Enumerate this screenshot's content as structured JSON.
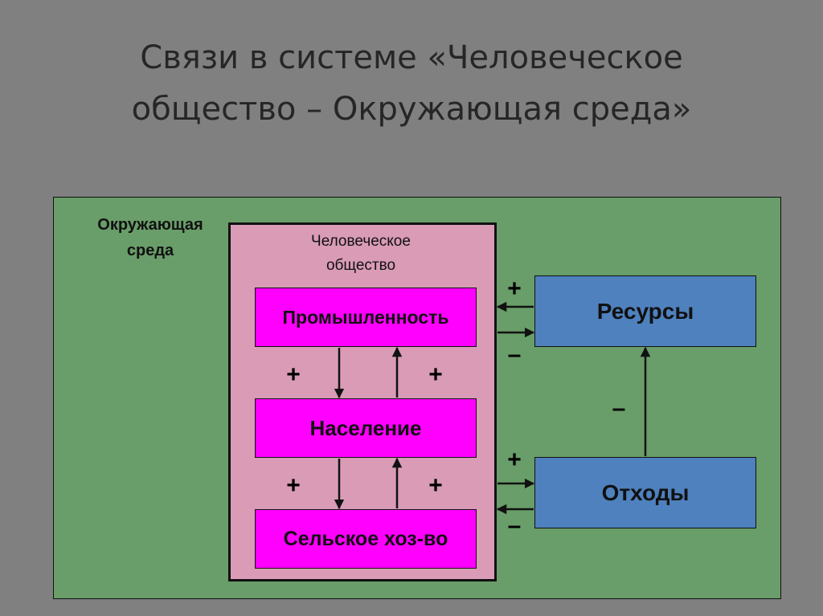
{
  "title": {
    "line1": "Связи в системе «Человеческое",
    "line2": "общество – Окружающая среда»"
  },
  "environment": {
    "label_line1": "Окружающая",
    "label_line2": "среда"
  },
  "society": {
    "label_line1": "Человеческое",
    "label_line2": "общество",
    "industry": "Промышленность",
    "population": "Население",
    "agriculture": "Сельское хоз-во"
  },
  "resources": "Ресурсы",
  "waste": "Отходы",
  "signs": {
    "plus": "+",
    "minus": "–"
  },
  "colors": {
    "background": "#808080",
    "environment": "#699d69",
    "society": "#d99bb6",
    "sector_box": "#ff00ff",
    "external_box": "#4e81be"
  }
}
